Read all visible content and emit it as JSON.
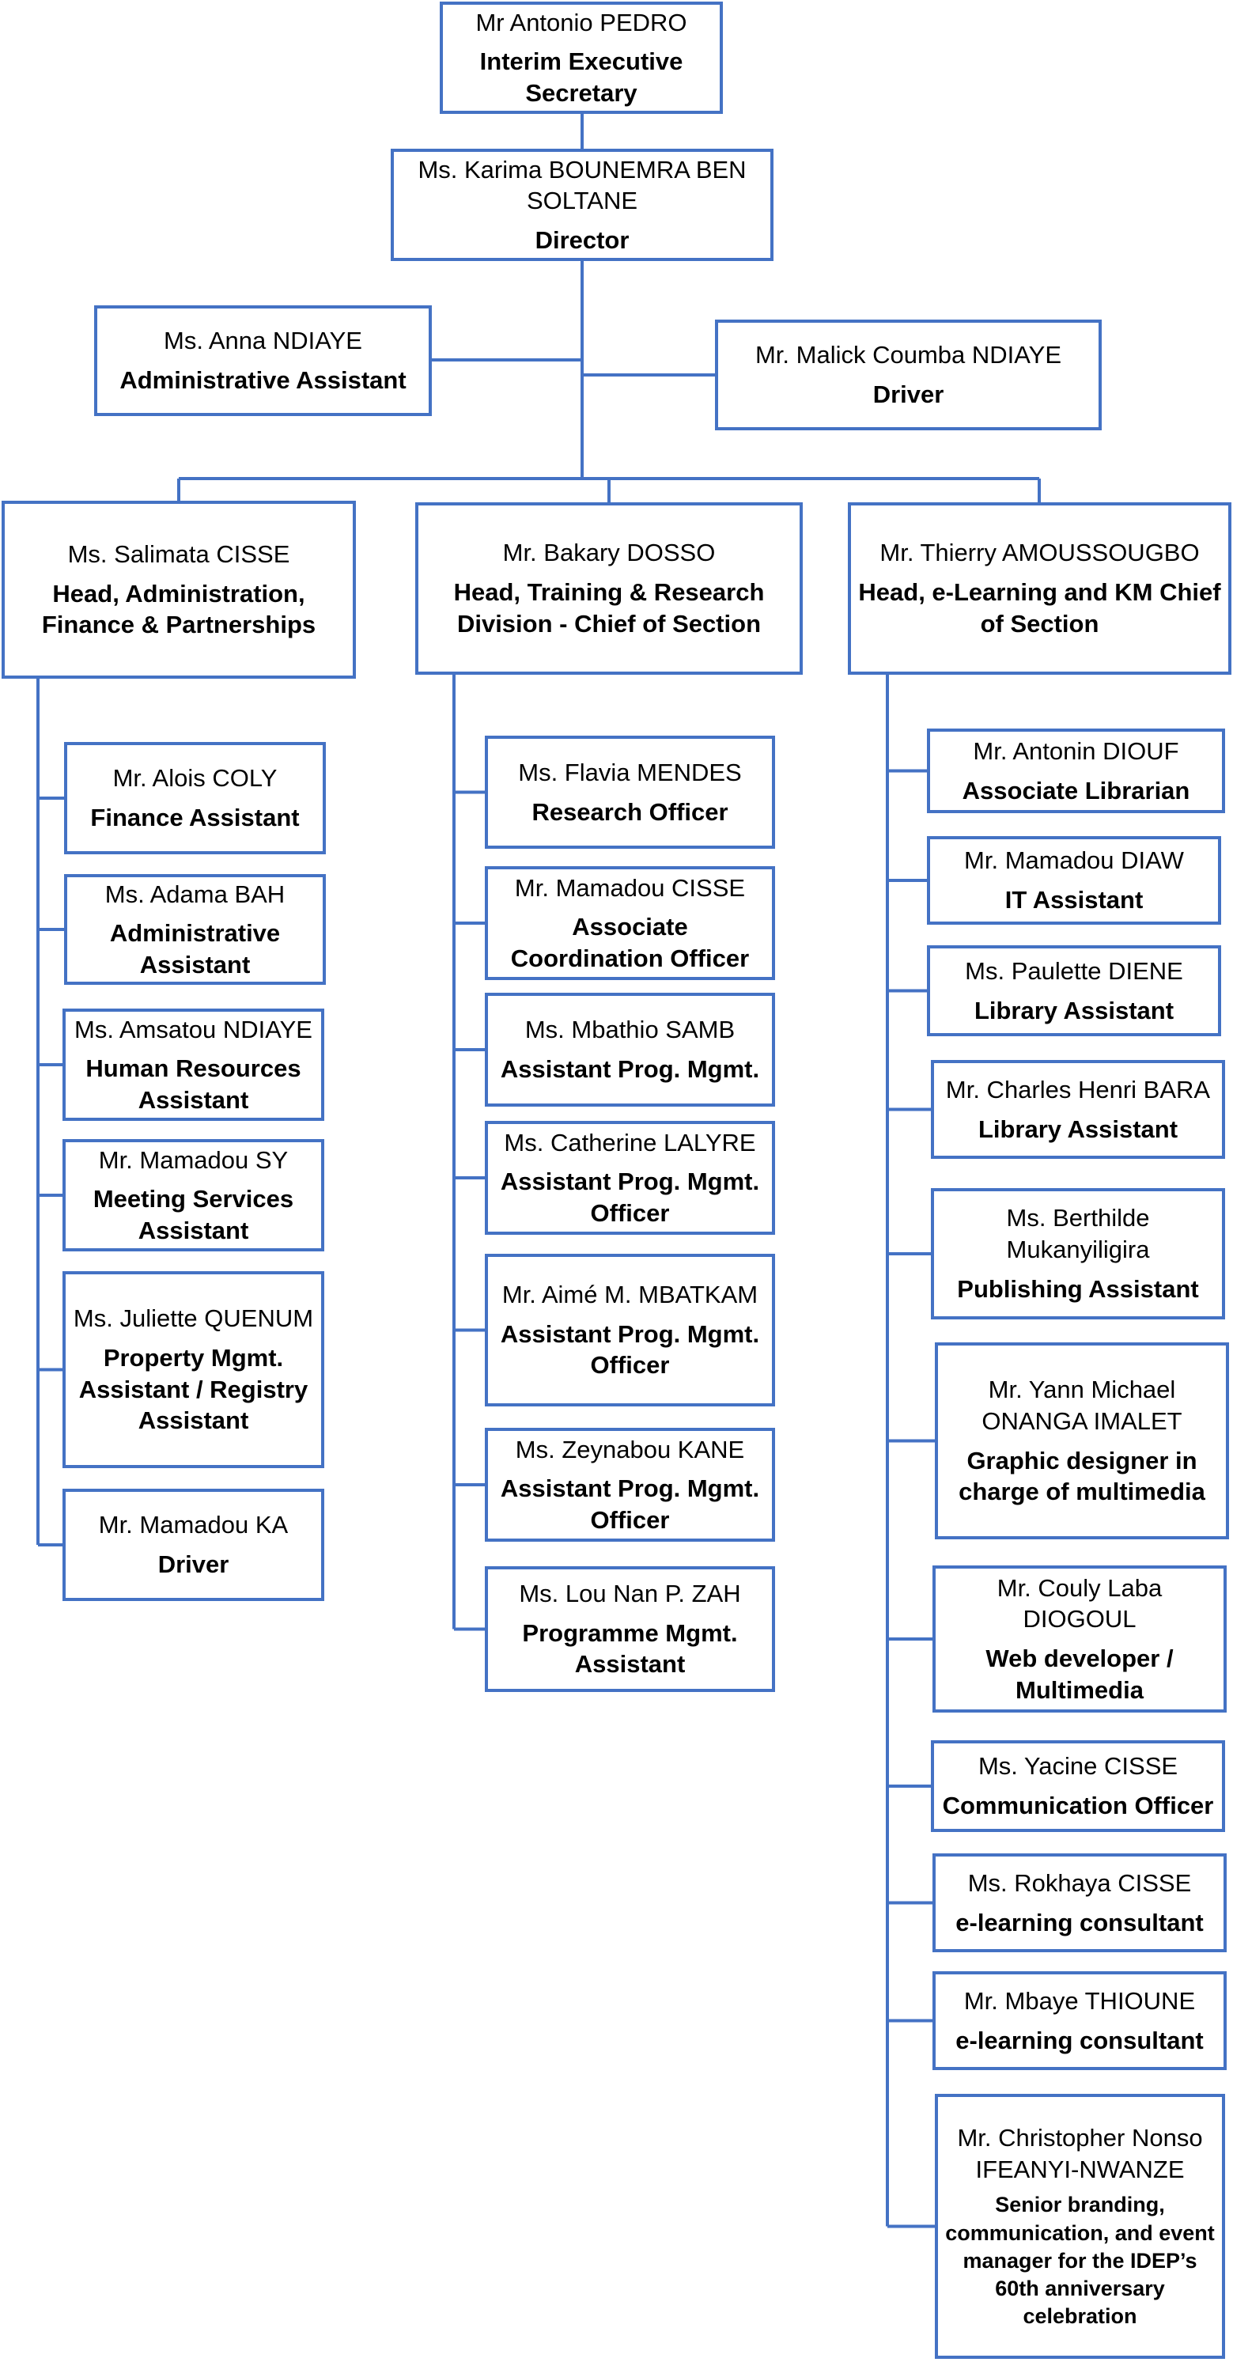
{
  "org": {
    "exec": {
      "name": "Mr Antonio PEDRO",
      "title": "Interim Executive Secretary"
    },
    "director": {
      "name": "Ms. Karima BOUNEMRA BEN SOLTANE",
      "title": "Director"
    },
    "admin_assistant": {
      "name": "Ms. Anna NDIAYE",
      "title": "Administrative Assistant"
    },
    "driver": {
      "name": "Mr. Malick Coumba NDIAYE",
      "title": "Driver"
    },
    "divisions": [
      {
        "head": {
          "name": "Ms. Salimata CISSE",
          "title": "Head, Administration, Finance & Partnerships"
        },
        "staff": [
          {
            "name": "Mr. Alois COLY",
            "title": "Finance Assistant"
          },
          {
            "name": "Ms. Adama BAH",
            "title": "Administrative Assistant"
          },
          {
            "name": "Ms. Amsatou NDIAYE",
            "title": "Human Resources Assistant"
          },
          {
            "name": "Mr. Mamadou SY",
            "title": "Meeting Services Assistant"
          },
          {
            "name": "Ms. Juliette QUENUM",
            "title": "Property Mgmt. Assistant / Registry Assistant"
          },
          {
            "name": "Mr. Mamadou KA",
            "title": "Driver"
          }
        ]
      },
      {
        "head": {
          "name": "Mr. Bakary DOSSO",
          "title": "Head, Training & Research Division - Chief of Section"
        },
        "staff": [
          {
            "name": "Ms. Flavia MENDES",
            "title": "Research Officer"
          },
          {
            "name": "Mr. Mamadou CISSE",
            "title": "Associate Coordination Officer"
          },
          {
            "name": "Ms. Mbathio SAMB",
            "title": "Assistant Prog. Mgmt."
          },
          {
            "name": "Ms. Catherine LALYRE",
            "title": "Assistant Prog. Mgmt. Officer"
          },
          {
            "name": "Mr. Aimé M. MBATKAM",
            "title": "Assistant Prog. Mgmt. Officer"
          },
          {
            "name": "Ms. Zeynabou KANE",
            "title": "Assistant Prog. Mgmt. Officer"
          },
          {
            "name": "Ms. Lou Nan P. ZAH",
            "title": "Programme Mgmt. Assistant"
          }
        ]
      },
      {
        "head": {
          "name": "Mr. Thierry AMOUSSOUGBO",
          "title": "Head, e-Learning and KM Chief of Section"
        },
        "staff": [
          {
            "name": "Mr. Antonin DIOUF",
            "title": "Associate Librarian"
          },
          {
            "name": "Mr. Mamadou DIAW",
            "title": "IT Assistant"
          },
          {
            "name": "Ms. Paulette DIENE",
            "title": "Library Assistant"
          },
          {
            "name": "Mr. Charles Henri BARA",
            "title": "Library Assistant"
          },
          {
            "name": "Ms. Berthilde Mukanyiligira",
            "title": "Publishing Assistant"
          },
          {
            "name": "Mr. Yann Michael ONANGA IMALET",
            "title": "Graphic designer in charge of multimedia"
          },
          {
            "name": "Mr. Couly Laba DIOGOUL",
            "title": "Web developer / Multimedia"
          },
          {
            "name": "Ms. Yacine CISSE",
            "title": "Communication Officer"
          },
          {
            "name": "Ms. Rokhaya CISSE",
            "title": "e-learning consultant"
          },
          {
            "name": "Mr. Mbaye THIOUNE",
            "title": "e-learning consultant"
          },
          {
            "name": "Mr. Christopher Nonso IFEANYI-NWANZE",
            "title": "Senior branding, communication, and event manager for the IDEP’s 60th anniversary celebration"
          }
        ]
      }
    ]
  },
  "colors": {
    "line": "#4472C4",
    "text": "#000000",
    "background": "#ffffff"
  }
}
